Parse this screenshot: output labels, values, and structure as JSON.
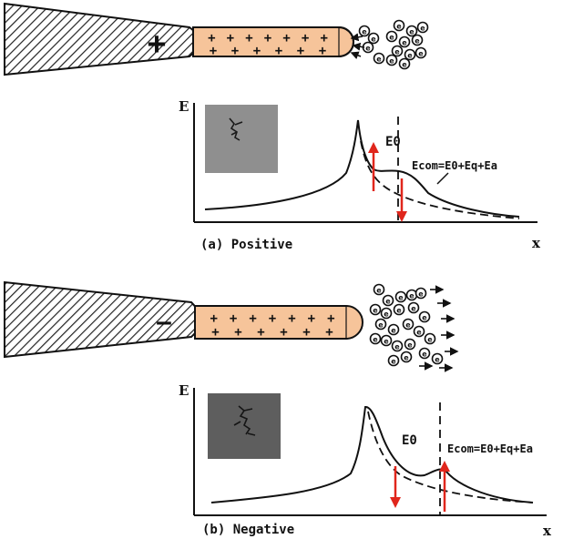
{
  "panels": [
    {
      "caption": "(a) Positive",
      "electrode_sign": "+",
      "channel_charges": [
        "+",
        "+",
        "+",
        "+",
        "+",
        "+",
        "+",
        "+",
        "+",
        "+",
        "+",
        "+",
        "+"
      ],
      "particle_glyph": "e",
      "y_axis_label": "E",
      "x_axis_label": "x",
      "field_label": "E0",
      "equation_label": "Ecom=E0+Eq+Ea",
      "colors": {
        "channel": "#f6c49a",
        "arrow": "#e0261c",
        "inset": "#8f8f8f"
      }
    },
    {
      "caption": "(b) Negative",
      "electrode_sign": "—",
      "channel_charges": [
        "+",
        "+",
        "+",
        "+",
        "+",
        "+",
        "+",
        "+",
        "+",
        "+",
        "+",
        "+",
        "+"
      ],
      "particle_glyph": "e",
      "y_axis_label": "E",
      "x_axis_label": "x",
      "field_label": "E0",
      "equation_label": "Ecom=E0+Eq+Ea",
      "colors": {
        "channel": "#f6c49a",
        "arrow": "#e0261c",
        "inset": "#5e5e5e"
      }
    }
  ]
}
